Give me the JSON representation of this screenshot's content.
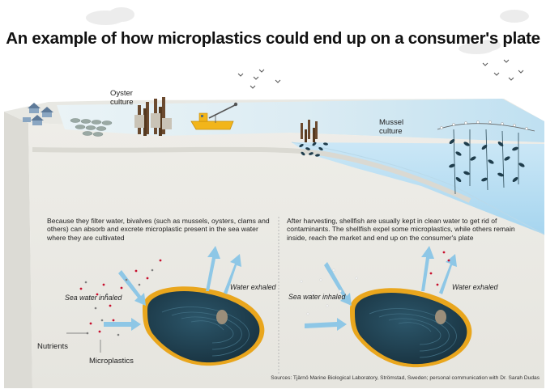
{
  "title": "An example of how microplastics could end up on a consumer's plate",
  "labels": {
    "oyster": [
      "Oyster",
      "culture"
    ],
    "mussel": [
      "Mussel",
      "culture"
    ]
  },
  "left_panel": {
    "text": [
      "Because they filter water, bivalves (such as mussels, oysters, clams and",
      "others) can absorb and excrete microplastic present in the sea water",
      "where they are cultivated"
    ],
    "water_inhaled": "Sea water inhaled",
    "water_exhaled": "Water exhaled",
    "nutrients": "Nutrients",
    "microplastics": "Microplastics"
  },
  "right_panel": {
    "text": [
      "After harvesting, shellfish are usually kept in clean water to get rid of",
      "contaminants. The shellfish expel some microplastics, while others remain",
      "inside, reach the market and end up on the consumer's plate"
    ],
    "water_inhaled": "Sea water inhaled",
    "water_exhaled": "Water exhaled"
  },
  "source": "Sources: Tjärnö Marine Biological Laboratory, Strömstad, Sweden; personal communication with Dr. Sarah Dudas",
  "colors": {
    "water": "#cfe8f5",
    "ground": "#ecebe6",
    "shell": "#1f3d4c",
    "arrow": "#8ec7e6",
    "microplastic": "#c8102e",
    "boat": "#f2b51a"
  }
}
